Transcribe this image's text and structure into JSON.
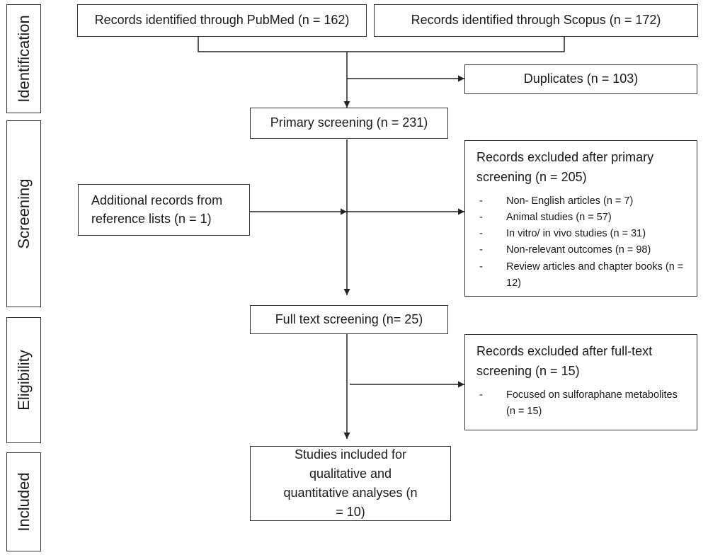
{
  "stages": {
    "identification": "Identification",
    "screening": "Screening",
    "eligibility": "Eligibility",
    "included": "Included"
  },
  "boxes": {
    "pubmed": "Records identified through PubMed (n = 162)",
    "scopus": "Records identified through Scopus (n = 172)",
    "duplicates": "Duplicates (n = 103)",
    "primary": "Primary screening (n = 231)",
    "additional": "Additional records from reference lists (n = 1)",
    "full_text": "Full text screening (n= 25)",
    "included": "Studies included for qualitative and quantitative analyses (n = 10)"
  },
  "excluded_primary": {
    "title": "Records excluded after primary screening (n = 205)",
    "items": [
      "Non- English articles (n = 7)",
      "Animal studies (n = 57)",
      "In vitro/ in vivo studies (n = 31)",
      "Non-relevant outcomes (n = 98)",
      "Review articles and chapter books (n = 12)"
    ]
  },
  "excluded_full": {
    "title": "Records excluded after full-text screening (n = 15)",
    "items": [
      "Focused on sulforaphane metabolites (n = 15)"
    ]
  }
}
